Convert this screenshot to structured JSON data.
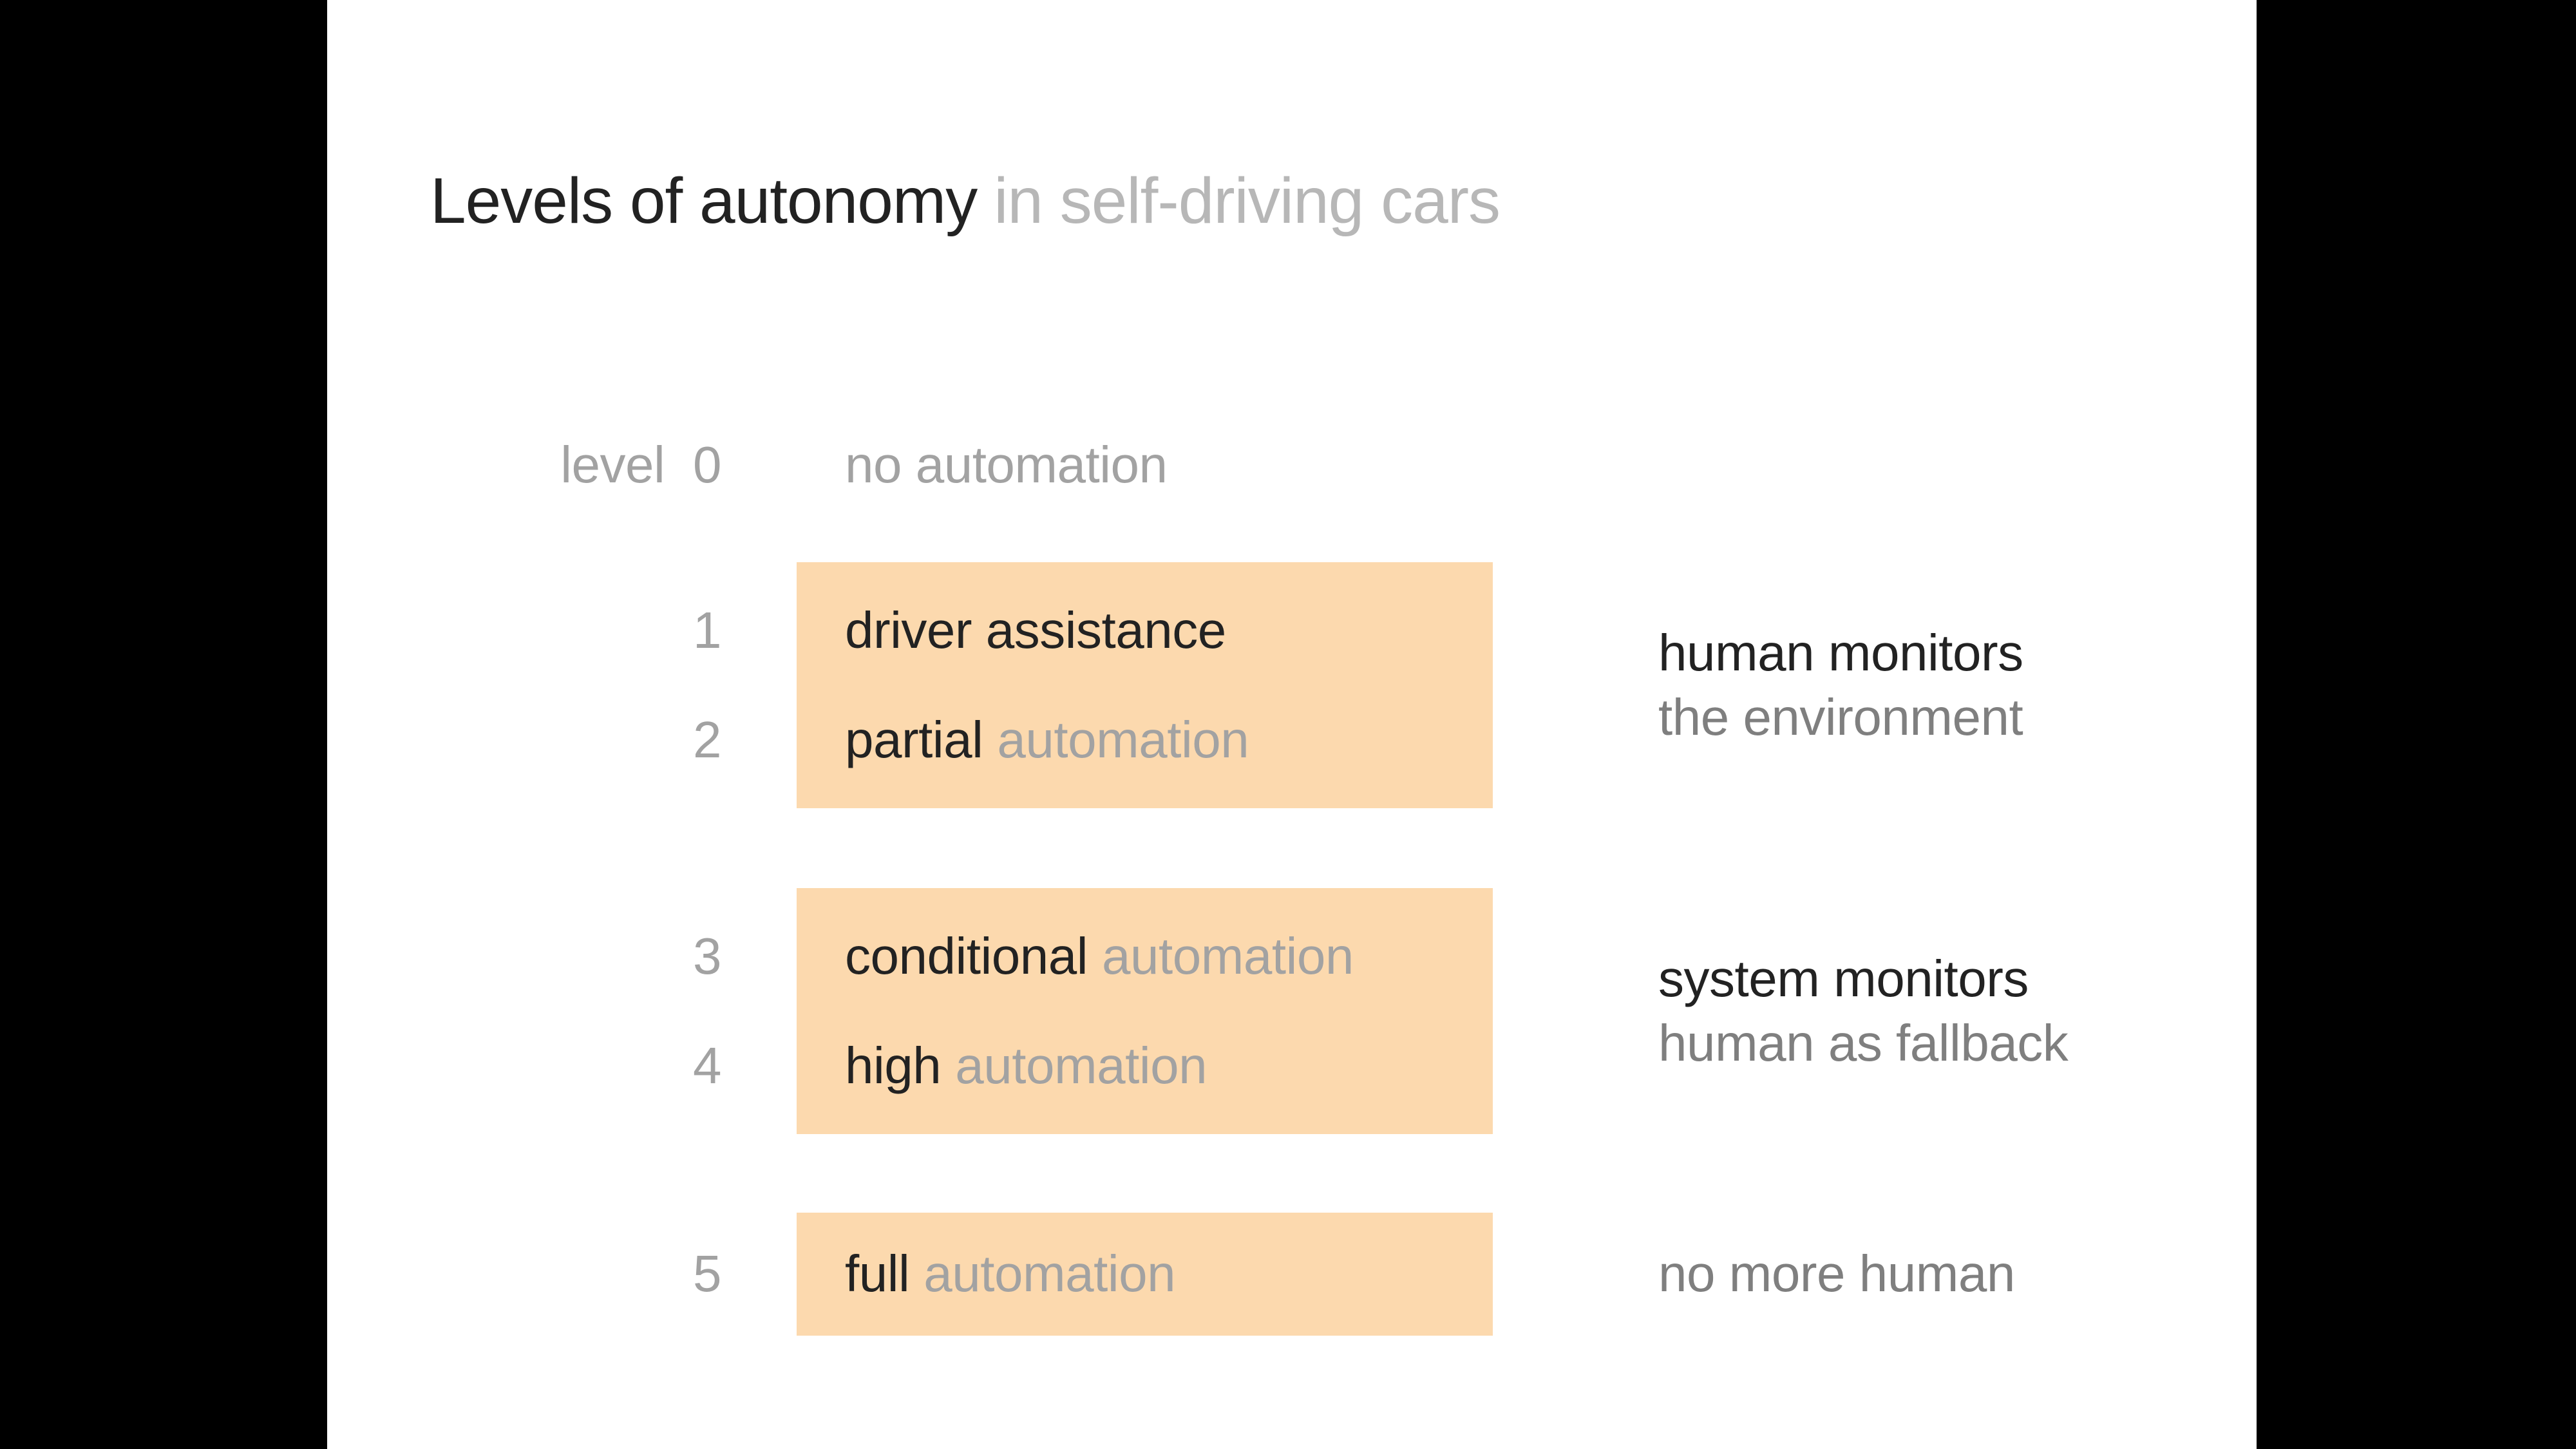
{
  "title": {
    "main": "Levels of autonomy",
    "sub": "in self-driving cars"
  },
  "rows": [
    {
      "num": "level 0",
      "dark": "",
      "muted": "no automation"
    },
    {
      "num": "1",
      "dark": "driver assistance",
      "muted": ""
    },
    {
      "num": "2",
      "dark": "partial",
      "muted": "automation"
    },
    {
      "num": "3",
      "dark": "conditional",
      "muted": "automation"
    },
    {
      "num": "4",
      "dark": "high",
      "muted": "automation"
    },
    {
      "num": "5",
      "dark": "full",
      "muted": "automation"
    }
  ],
  "groups": [
    {
      "levels": "1-2",
      "note_line1": "human monitors",
      "note_line2": "the environment"
    },
    {
      "levels": "3-4",
      "note_line1": "system monitors",
      "note_line2": "human as fallback"
    },
    {
      "levels": "5",
      "note_line1": "",
      "note_line2": "no more human"
    }
  ],
  "notes": [
    {
      "dark": "human monitors",
      "muted": "the environment"
    },
    {
      "dark": "system monitors",
      "muted": "human as fallback"
    },
    {
      "dark": "",
      "muted": "no more human"
    }
  ],
  "colors": {
    "screen_bg": "#000000",
    "slide_bg": "#ffffff",
    "dark": "#222222",
    "muted": "#a2a2a2",
    "note_muted": "#7f7f7f",
    "title_sub": "#b7b7b7",
    "box": "#fcd9ae"
  }
}
